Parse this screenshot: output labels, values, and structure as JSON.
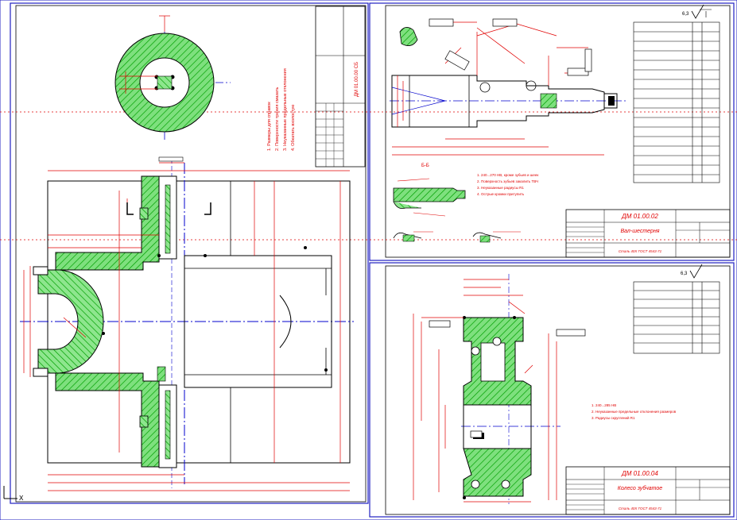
{
  "colors": {
    "background": "#ffffff",
    "outline": "#000000",
    "dimension": "#e00000",
    "hatch": "#00a000",
    "center_line": "#0000cc",
    "frame": "#2020c0"
  },
  "axis_indicator": {
    "label": "X"
  },
  "sheets": [
    {
      "name": "assembly-sheet",
      "title_block": {
        "doc_number": "ДМ 01.00.00 СБ",
        "part_name": "",
        "scale": ""
      },
      "notes": [
        "1. Размеры для справок",
        "2. Поверхности трения смазать",
        "3. Неуказанные предельные отклонения",
        "4. Обкатать вхолостую"
      ]
    },
    {
      "name": "shaft-sheet",
      "title_block": {
        "doc_number": "ДМ 01.00.02",
        "part_name": "Вал-шестерня",
        "material": "Сталь 40Х ГОСТ 4543-71"
      },
      "section_label": "Б-Б",
      "roughness_mark": "6,3",
      "notes": [
        "1. 240...270 НВ, кроме зубьев и шеек",
        "2. Поверхность зубьев закалить ТВЧ",
        "3. Неуказанные радиусы R1",
        "4. Острые кромки притупить"
      ]
    },
    {
      "name": "gear-sheet",
      "title_block": {
        "doc_number": "ДМ 01.00.04",
        "part_name": "Колесо зубчатое",
        "material": "Сталь 40Х ГОСТ 4543-71"
      },
      "roughness_mark": "6,3",
      "notes": [
        "1. 240...285 НВ",
        "2. Неуказанные предельные отклонения размеров",
        "3. Радиусы скруглений R1"
      ]
    }
  ]
}
